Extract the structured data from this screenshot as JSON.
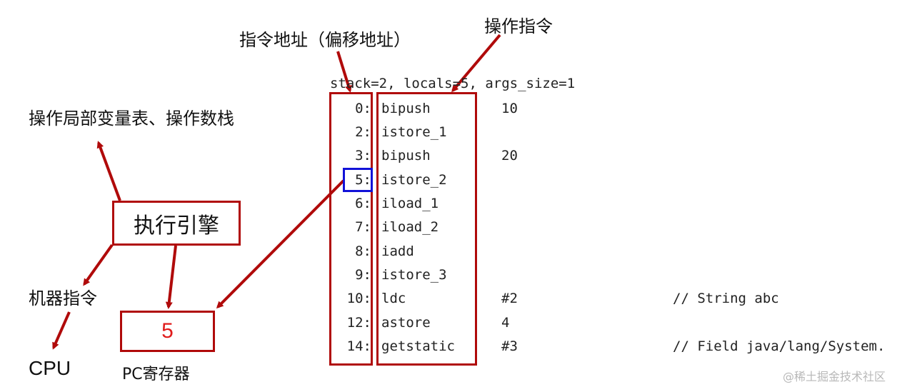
{
  "labels": {
    "instruction_address": "指令地址（偏移地址）",
    "operation_instruction": "操作指令",
    "operate_tables": "操作局部变量表、操作数栈",
    "execution_engine": "执行引擎",
    "machine_instruction": "机器指令",
    "cpu": "CPU",
    "pc_register": "PC寄存器",
    "pc_value": "5"
  },
  "bytecode": {
    "header": "stack=2, locals=5, args_size=1",
    "highlighted_offset": "5",
    "rows": [
      {
        "offset": "0:",
        "op": "bipush",
        "arg": "10",
        "comment": ""
      },
      {
        "offset": "2:",
        "op": "istore_1",
        "arg": "",
        "comment": ""
      },
      {
        "offset": "3:",
        "op": "bipush",
        "arg": "20",
        "comment": ""
      },
      {
        "offset": "5:",
        "op": "istore_2",
        "arg": "",
        "comment": ""
      },
      {
        "offset": "6:",
        "op": "iload_1",
        "arg": "",
        "comment": ""
      },
      {
        "offset": "7:",
        "op": "iload_2",
        "arg": "",
        "comment": ""
      },
      {
        "offset": "8:",
        "op": "iadd",
        "arg": "",
        "comment": ""
      },
      {
        "offset": "9:",
        "op": "istore_3",
        "arg": "",
        "comment": ""
      },
      {
        "offset": "10:",
        "op": "ldc",
        "arg": "#2",
        "comment": "// String abc"
      },
      {
        "offset": "12:",
        "op": "astore",
        "arg": "4",
        "comment": ""
      },
      {
        "offset": "14:",
        "op": "getstatic",
        "arg": "#3",
        "comment": "// Field java/lang/System."
      }
    ]
  },
  "colors": {
    "arrow_red": "#b00a0a",
    "highlight_blue": "#1212d8",
    "pc_value_red": "#e01b1b"
  },
  "watermark": "@稀土掘金技术社区"
}
